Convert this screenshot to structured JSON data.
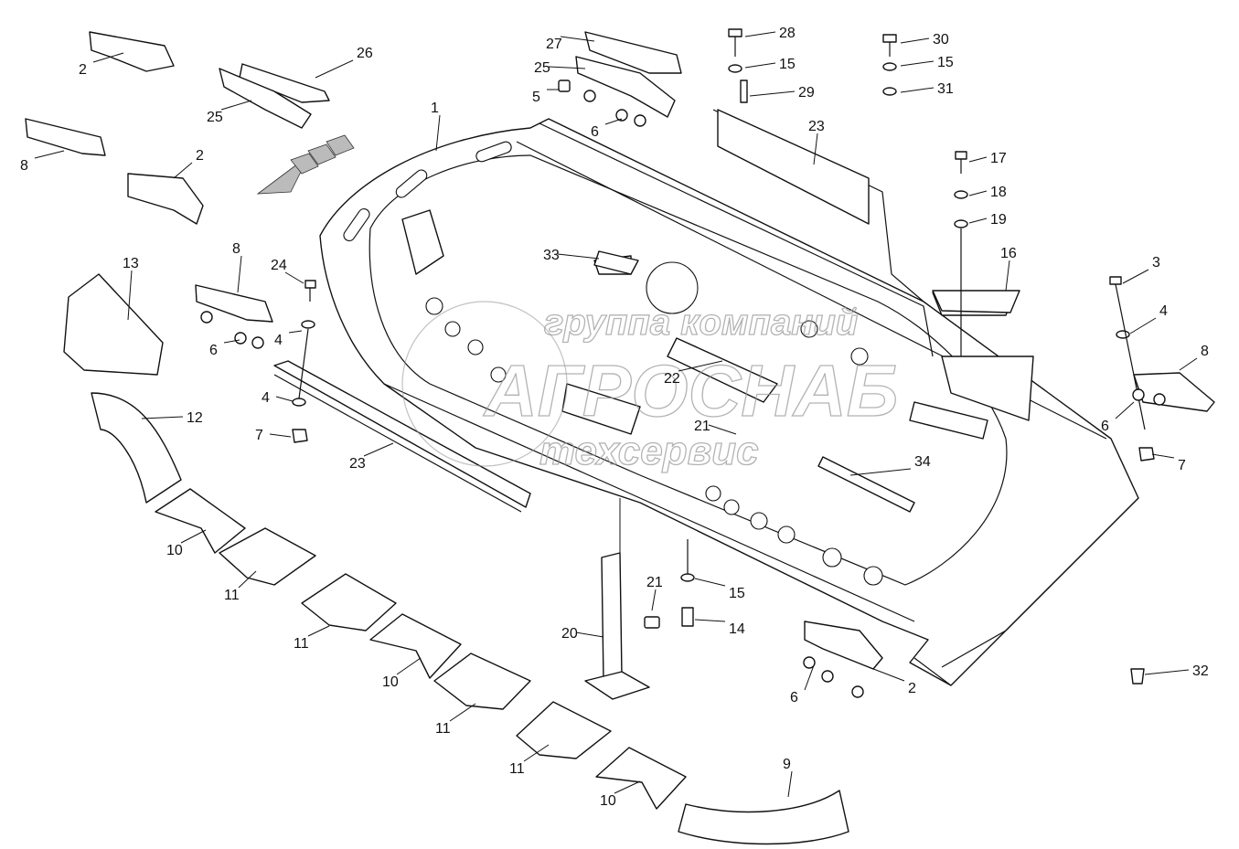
{
  "diagram": {
    "callouts": [
      "2",
      "26",
      "25",
      "8",
      "2",
      "27",
      "25",
      "5",
      "6",
      "28",
      "15",
      "29",
      "30",
      "15",
      "31",
      "23",
      "1",
      "17",
      "18",
      "19",
      "16",
      "13",
      "8",
      "24",
      "33",
      "3",
      "4",
      "8",
      "6",
      "4",
      "22",
      "4",
      "12",
      "21",
      "7",
      "6",
      "7",
      "23",
      "34",
      "10",
      "11",
      "21",
      "15",
      "11",
      "14",
      "20",
      "10",
      "2",
      "32",
      "6",
      "11",
      "11",
      "9",
      "10"
    ]
  },
  "watermark": {
    "line1": "группа компаний",
    "line2": "АГРОСНАБ",
    "line3": "техсервис"
  }
}
